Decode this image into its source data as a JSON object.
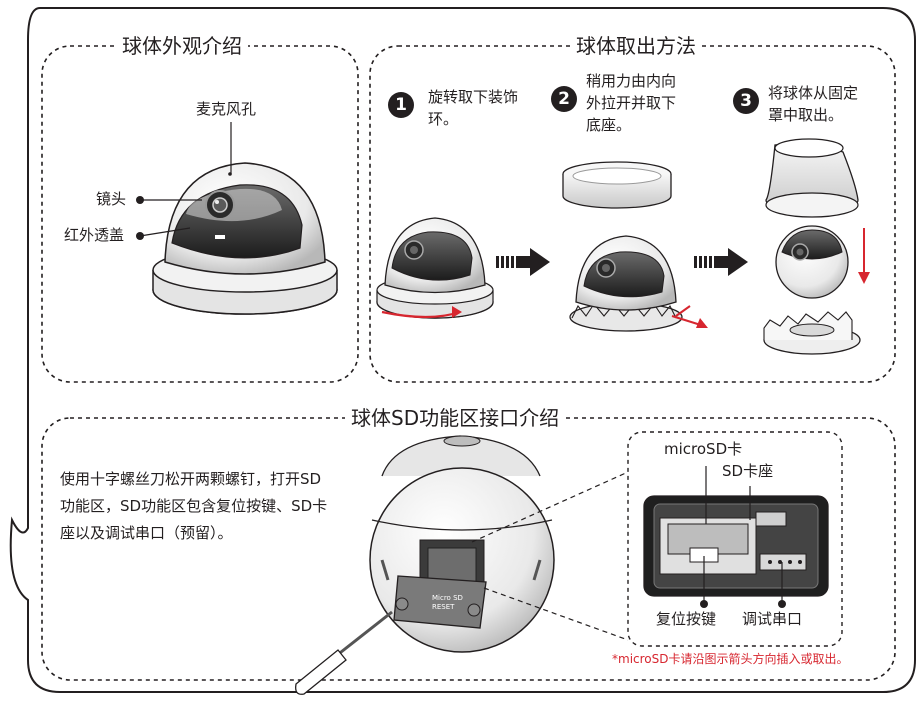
{
  "sections": {
    "appearance": "球体外观介绍",
    "removal": "球体取出方法",
    "sd_area": "球体SD功能区接口介绍"
  },
  "appearance_labels": {
    "mic": "麦克风孔",
    "lens": "镜头",
    "ir_cover": "红外透盖"
  },
  "steps": [
    {
      "num": "1",
      "text": "旋转取下装饰环。"
    },
    {
      "num": "2",
      "text": "稍用力由内向外拉开并取下底座。"
    },
    {
      "num": "3",
      "text": "将球体从固定罩中取出。"
    }
  ],
  "sd_description": "使用十字螺丝刀松开两颗螺钉，打开SD功能区，SD功能区包含复位按键、SD卡座以及调试串口（预留）。",
  "sd_labels": {
    "microsd_card": "microSD卡",
    "sd_slot": "SD卡座",
    "reset_button": "复位按键",
    "debug_port": "调试串口",
    "cover_text_1": "Micro SD",
    "cover_text_2": "RESET"
  },
  "note": "*microSD卡请沿图示箭头方向插入或取出。",
  "colors": {
    "line": "#231f20",
    "accent_red": "#d7262f",
    "gray_light": "#e6e6e6",
    "gray_mid": "#b3b3b3",
    "gray_dark": "#4d4d4d"
  }
}
